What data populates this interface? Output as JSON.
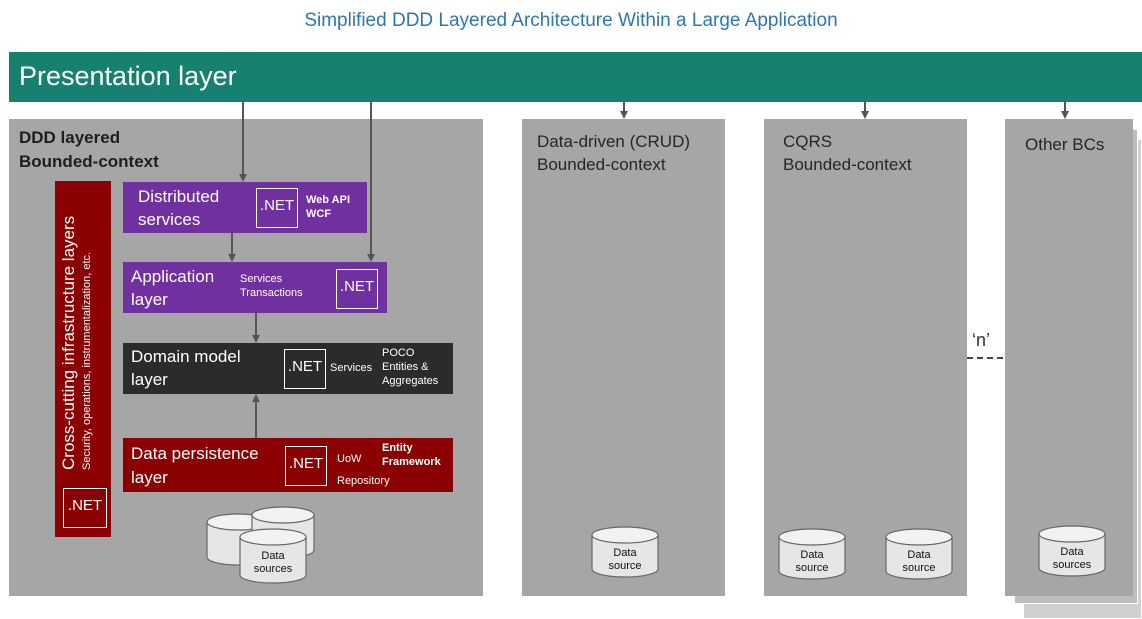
{
  "title": "Simplified DDD Layered Architecture Within a Large Application",
  "presentation": {
    "label": "Presentation layer"
  },
  "ddd_bc": {
    "title_line1": "DDD layered",
    "title_line2": "Bounded-context",
    "crosscut": {
      "main": "Cross-cutting infrastructure layers",
      "sub": "Security, operations, instrumentalization, etc.",
      "net": ".NET"
    },
    "distributed": {
      "line1": "Distributed",
      "line2": "services",
      "net": ".NET",
      "tech1": "Web API",
      "tech2": "WCF"
    },
    "application": {
      "line1": "Application",
      "line2": "layer",
      "svc1": "Services",
      "svc2": "Transactions",
      "net": ".NET"
    },
    "domain": {
      "line1": "Domain model",
      "line2": "layer",
      "net": ".NET",
      "services": "Services",
      "poco1": "POCO",
      "poco2": "Entities &",
      "poco3": "Aggregates"
    },
    "persistence": {
      "line1": "Data persistence",
      "line2": "layer",
      "net": ".NET",
      "uow": "UoW",
      "repo": "Repository",
      "ef1": "Entity",
      "ef2": "Framework"
    },
    "datasources": {
      "line1": "Data",
      "line2": "sources"
    }
  },
  "crud_bc": {
    "line1": "Data-driven (CRUD)",
    "line2": "Bounded-context",
    "ds1": "Data",
    "ds2": "source"
  },
  "cqrs_bc": {
    "line1": "CQRS",
    "line2": "Bounded-context",
    "ds1": "Data",
    "ds2": "source"
  },
  "other_bc": {
    "label": "Other BCs",
    "ds1": "Data",
    "ds2": "sources"
  },
  "n_label": "‘n’"
}
